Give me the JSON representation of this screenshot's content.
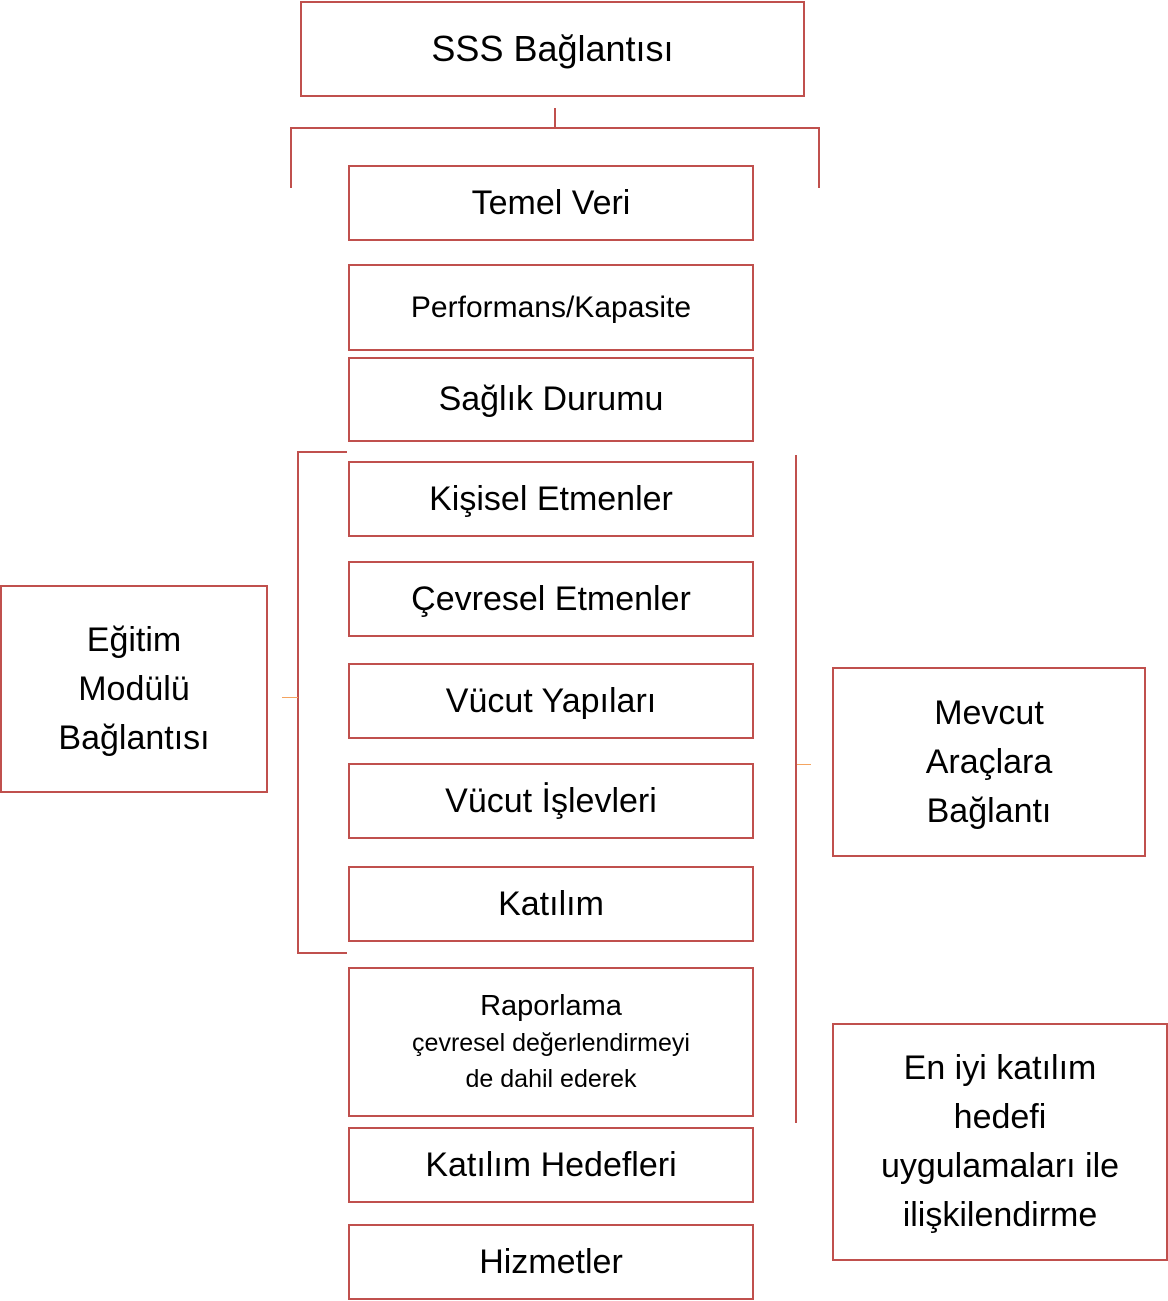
{
  "diagram": {
    "top": "SSS Bağlantısı",
    "center_items": [
      "Temel Veri",
      "Performans/Kapasite",
      "Sağlık Durumu",
      "Kişisel Etmenler",
      "Çevresel Etmenler",
      "Vücut Yapıları",
      "Vücut İşlevleri",
      "Katılım"
    ],
    "reporting": {
      "line1": "Raporlama",
      "line2": "çevresel değerlendirmeyi",
      "line3": "de dahil ederek"
    },
    "bottom_items": [
      "Katılım Hedefleri",
      "Hizmetler"
    ],
    "left_box": "Eğitim\nModülü\nBağlantısı",
    "right_box_1": "Mevcut\nAraçlara\nBağlantı",
    "right_box_2": "En iyi katılım\nhedefi\nuygulamaları ile\nilişkilendirme",
    "colors": {
      "border": "#c0504d",
      "connector_tick": "#f4a460"
    }
  }
}
